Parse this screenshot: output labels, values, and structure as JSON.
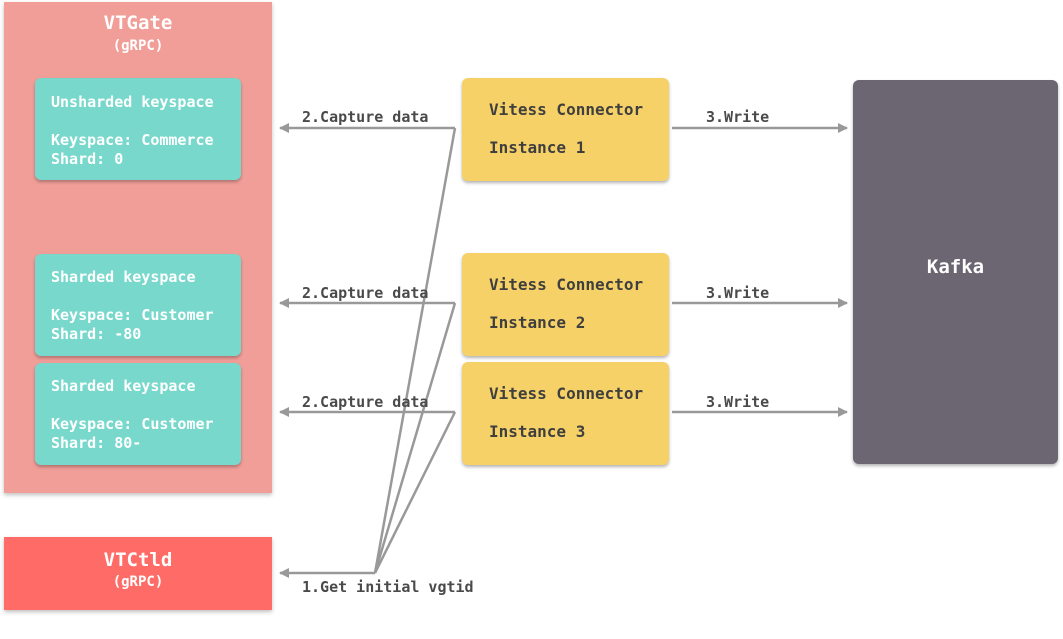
{
  "vtgate": {
    "title": "VTGate",
    "subtitle": "(gRPC)"
  },
  "vtctld": {
    "title": "VTCtld",
    "subtitle": "(gRPC)"
  },
  "keyspaces": [
    {
      "type": "Unsharded keyspace",
      "keyspace": "Keyspace: Commerce",
      "shard": "Shard: 0"
    },
    {
      "type": "Sharded keyspace",
      "keyspace": "Keyspace: Customer",
      "shard": "Shard: -80"
    },
    {
      "type": "Sharded keyspace",
      "keyspace": "Keyspace: Customer",
      "shard": "Shard: 80-"
    }
  ],
  "connectors": [
    {
      "name": "Vitess Connector",
      "instance": "Instance 1"
    },
    {
      "name": "Vitess Connector",
      "instance": "Instance 2"
    },
    {
      "name": "Vitess Connector",
      "instance": "Instance 3"
    }
  ],
  "kafka": {
    "label": "Kafka"
  },
  "edges": {
    "capture_labels": [
      "2.Capture data",
      "2.Capture data",
      "2.Capture data"
    ],
    "write_labels": [
      "3.Write",
      "3.Write",
      "3.Write"
    ],
    "initial_label": "1.Get initial vgtid"
  },
  "colors": {
    "vtgate": "#f19e99",
    "vtctld": "#ff6b66",
    "keyspace": "#79d8cc",
    "connector": "#f6d167",
    "kafka": "#6b6671",
    "arrow": "#999999"
  }
}
